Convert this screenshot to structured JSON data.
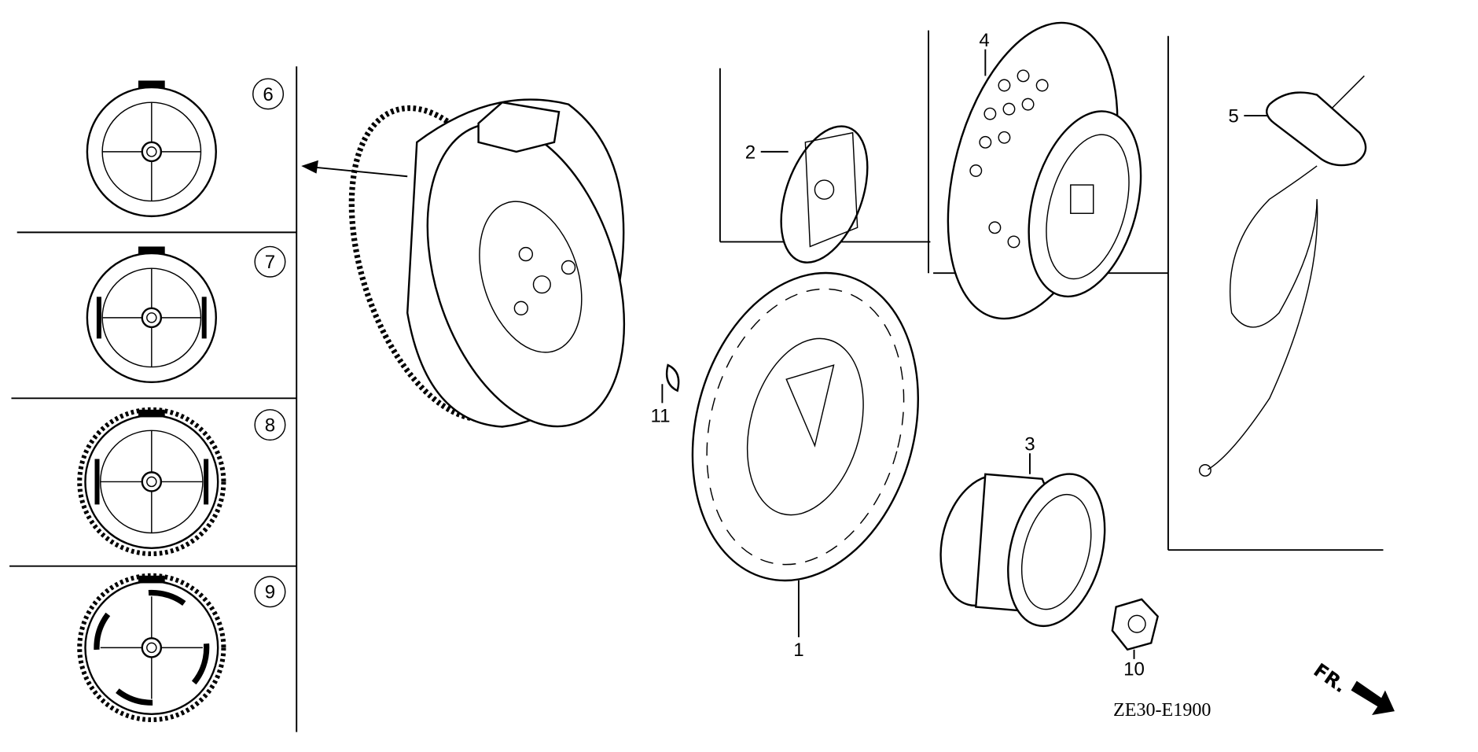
{
  "diagram": {
    "callouts": {
      "p1": "1",
      "p2": "2",
      "p3": "3",
      "p4": "4",
      "p5": "5",
      "p6": "6",
      "p7": "7",
      "p8": "8",
      "p9": "9",
      "p10": "10",
      "p11": "11"
    },
    "drawing_code": "ZE30-E1900",
    "front_indicator": "FR."
  }
}
